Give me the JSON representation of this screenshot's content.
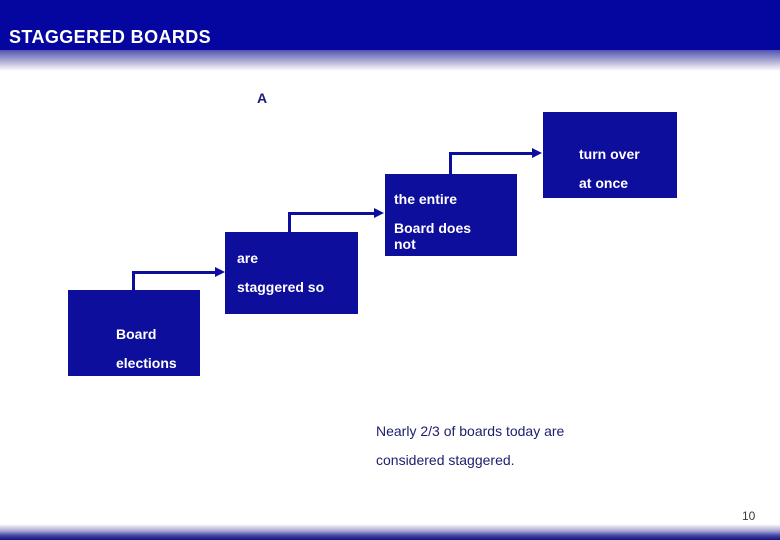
{
  "slide": {
    "title": "STAGGERED BOARDS",
    "stray_label": "A",
    "page_number": "10",
    "caption": {
      "line1": "Nearly 2/3 of boards today are",
      "line2": "considered staggered."
    },
    "diagram": {
      "boxes": [
        {
          "name": "board-elections",
          "lines": [
            "Board",
            "elections"
          ]
        },
        {
          "name": "are-staggered-so",
          "lines": [
            "are",
            "staggered so"
          ]
        },
        {
          "name": "the-entire-board-does-not",
          "lines": [
            "the entire",
            "Board does not"
          ]
        },
        {
          "name": "turn-over-at-once",
          "lines": [
            "turn over",
            "at once"
          ]
        }
      ]
    },
    "colors": {
      "header_navy": "#0505a0",
      "box_navy": "#0e0e9c",
      "caption_text": "#1d1d6e",
      "page_number_text": "#3a3a3a",
      "title_text": "#ffffff"
    }
  }
}
